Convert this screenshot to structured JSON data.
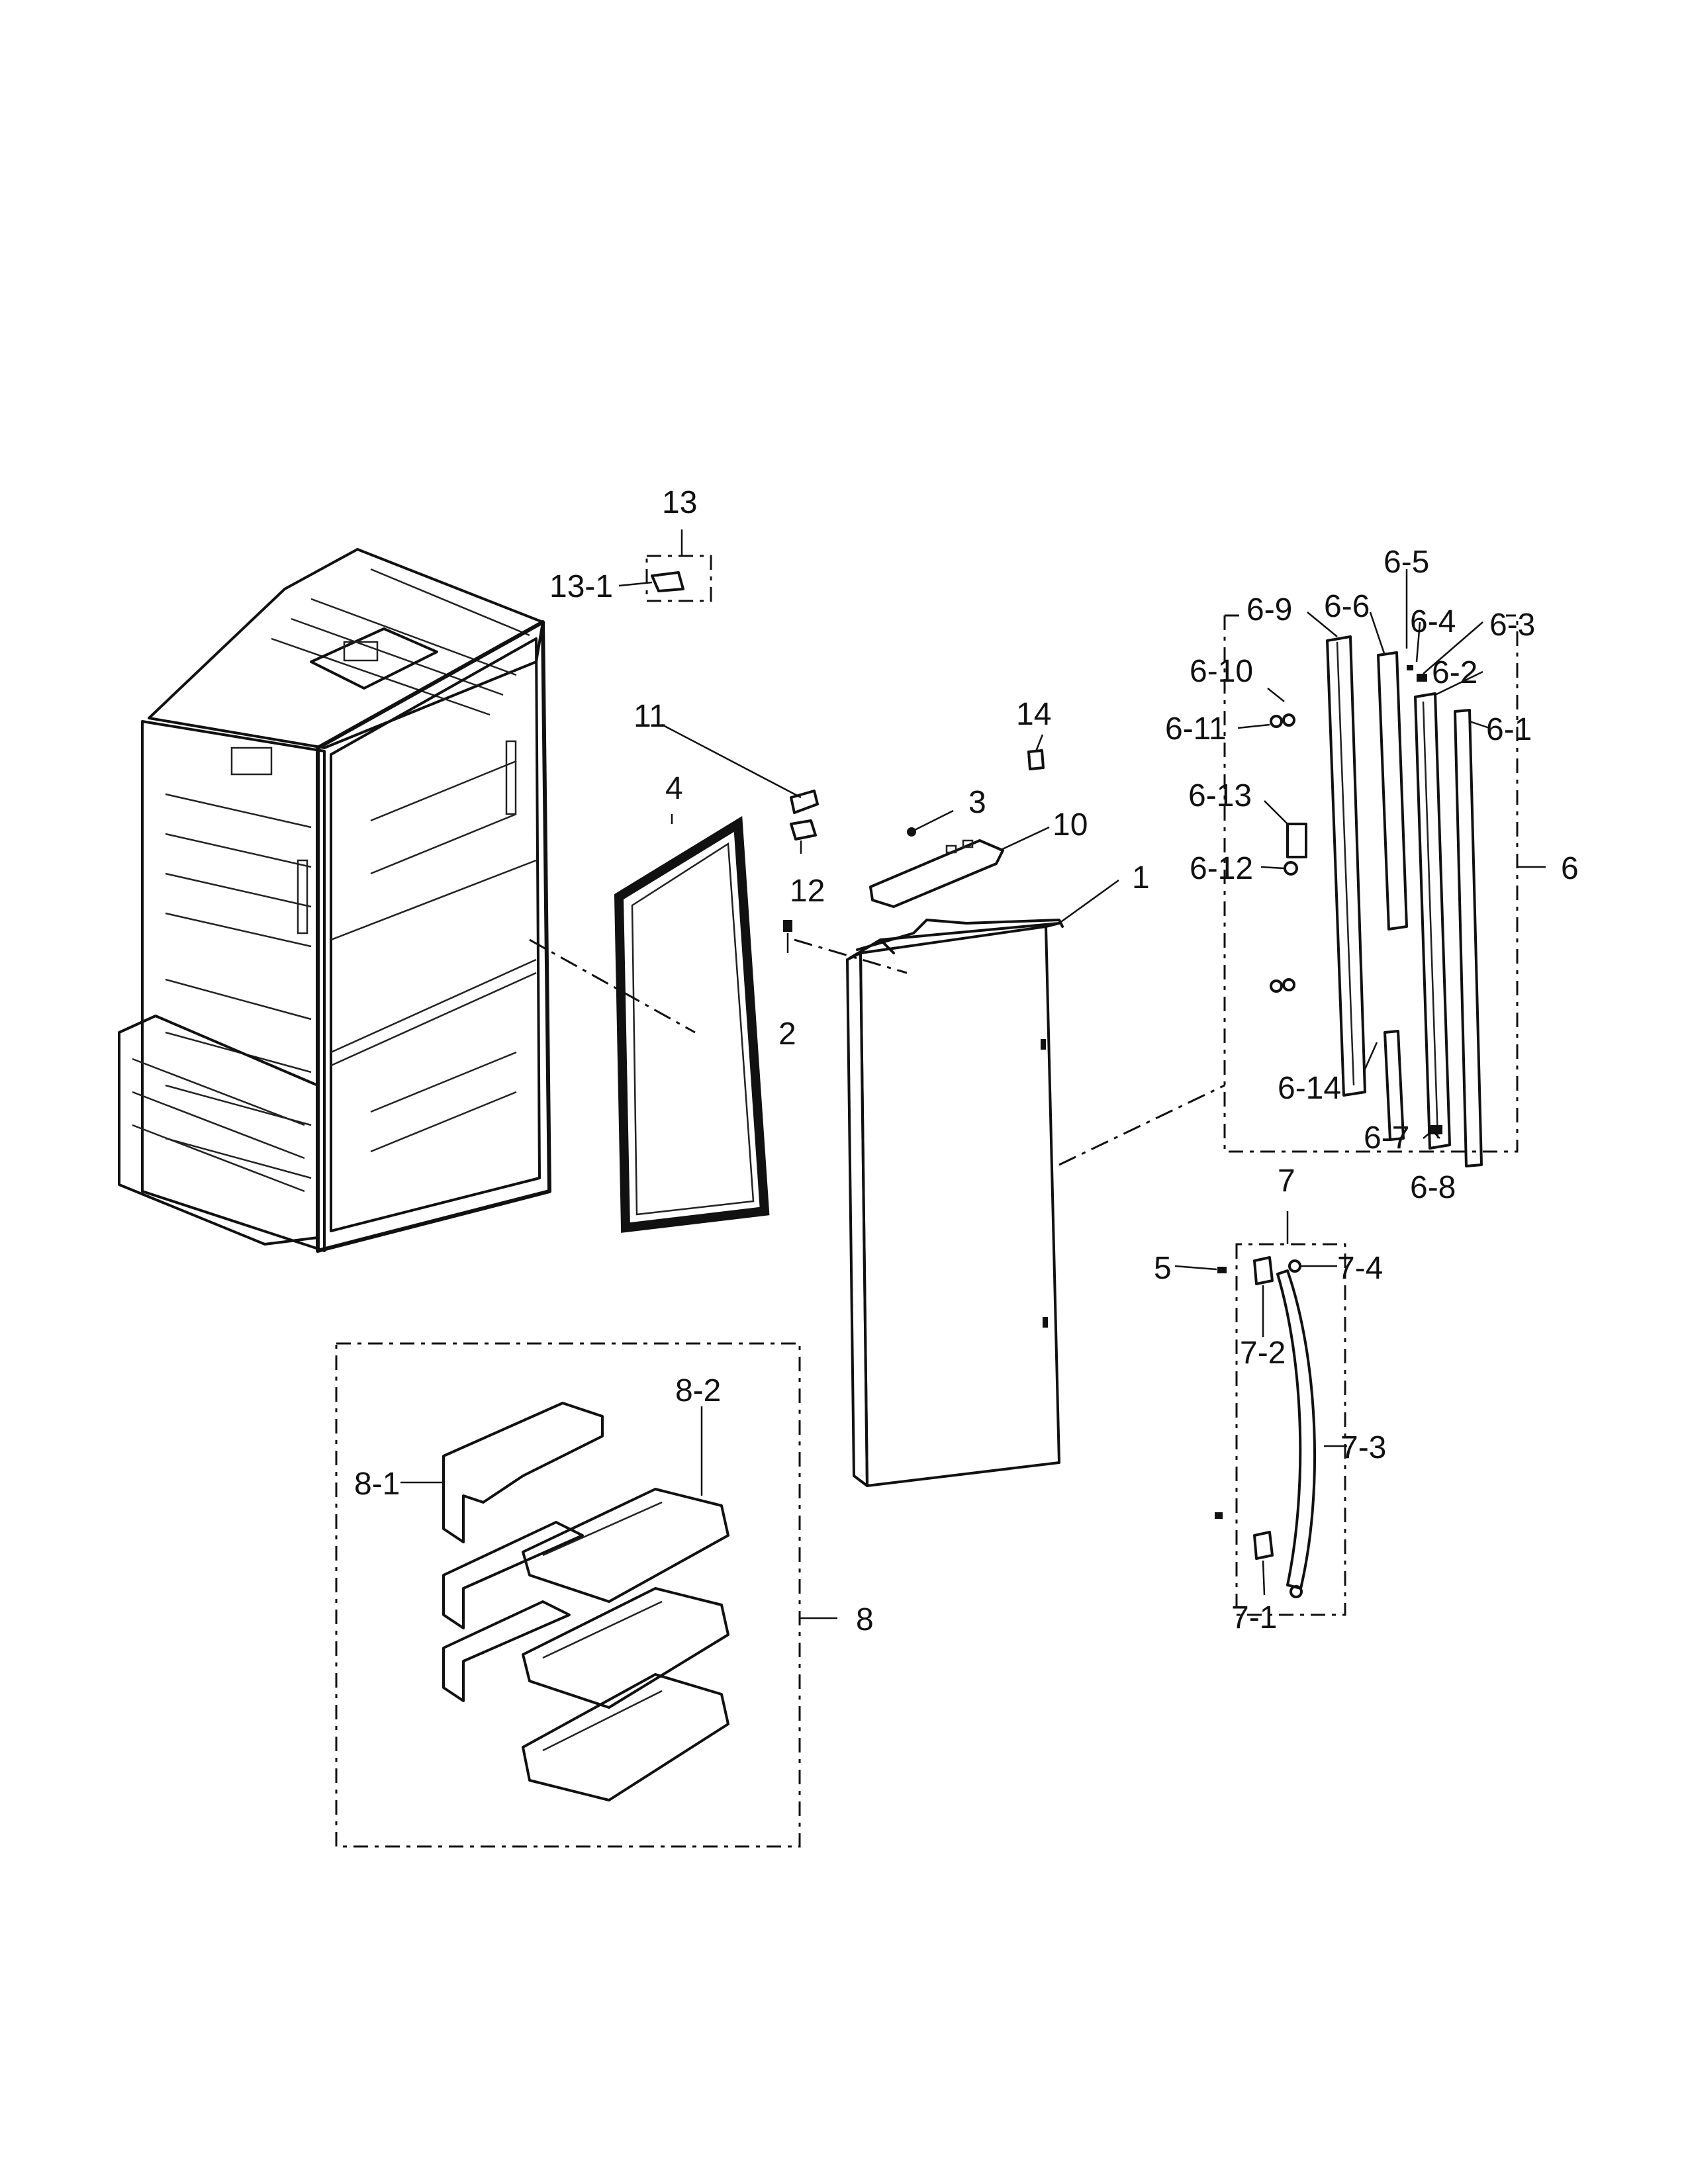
{
  "callouts": {
    "c1": "1",
    "c2": "2",
    "c3": "3",
    "c4": "4",
    "c5": "5",
    "c6": "6",
    "c6_1": "6-1",
    "c6_2": "6-2",
    "c6_3": "6-3",
    "c6_4": "6-4",
    "c6_5": "6-5",
    "c6_6": "6-6",
    "c6_7": "6-7",
    "c6_8": "6-8",
    "c6_9": "6-9",
    "c6_10": "6-10",
    "c6_11": "6-11",
    "c6_12": "6-12",
    "c6_13": "6-13",
    "c6_14": "6-14",
    "c7": "7",
    "c7_1": "7-1",
    "c7_2": "7-2",
    "c7_3": "7-3",
    "c7_4": "7-4",
    "c8": "8",
    "c8_1": "8-1",
    "c8_2": "8-2",
    "c10": "10",
    "c11": "11",
    "c12": "12",
    "c13": "13",
    "c13_1": "13-1",
    "c14": "14"
  },
  "colors": {
    "ink": "#111111",
    "paper": "#ffffff"
  }
}
